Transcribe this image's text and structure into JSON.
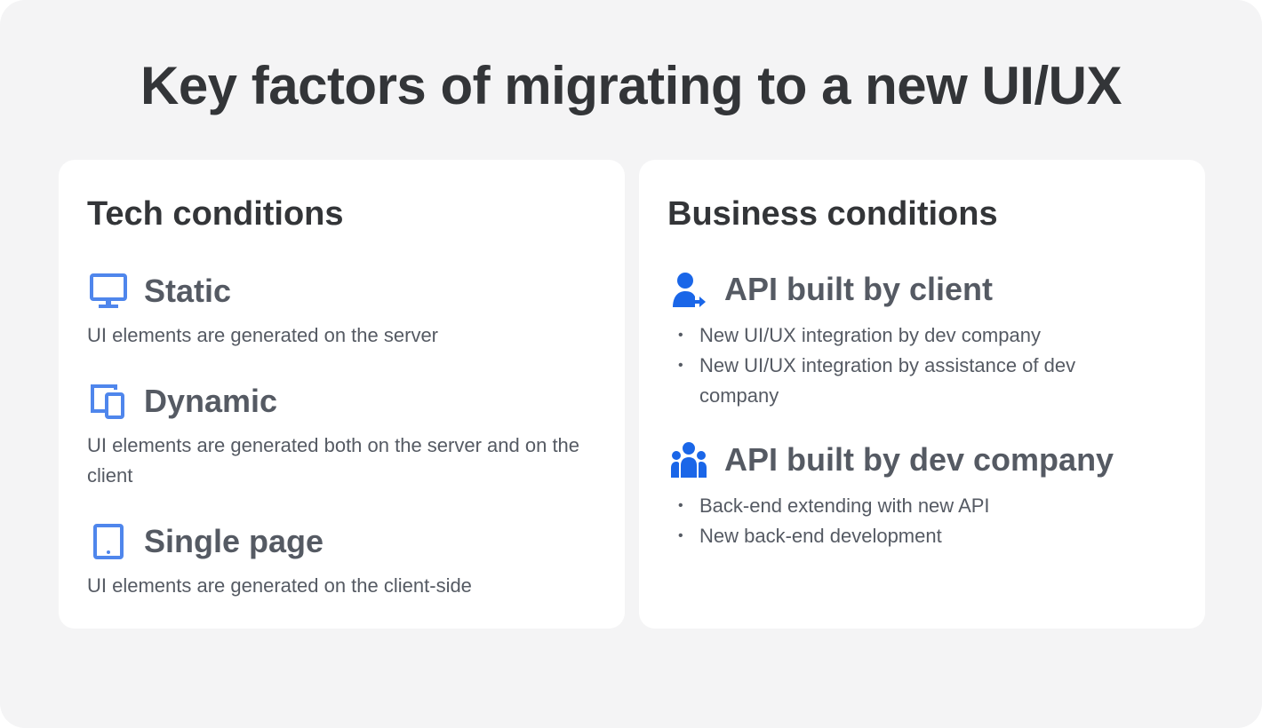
{
  "title": "Key factors of migrating to a new UI/UX",
  "colors": {
    "background": "#f4f4f5",
    "card": "#ffffff",
    "heading": "#333538",
    "text": "#555a63",
    "icon_light": "#4f86ec",
    "icon_solid": "#1a66e8"
  },
  "tech": {
    "title": "Tech conditions",
    "items": [
      {
        "icon": "monitor-icon",
        "label": "Static",
        "desc": "UI elements are generated on the server"
      },
      {
        "icon": "devices-icon",
        "label": "Dynamic",
        "desc": "UI elements are generated both on the server and on the client"
      },
      {
        "icon": "tablet-icon",
        "label": "Single page",
        "desc": "UI elements are generated on the client-side"
      }
    ]
  },
  "business": {
    "title": "Business conditions",
    "items": [
      {
        "icon": "user-arrow-icon",
        "label": "API built by client",
        "bullets": [
          "New UI/UX integration by dev company",
          "New UI/UX integration by assistance of dev company"
        ]
      },
      {
        "icon": "team-icon",
        "label": "API built by dev company",
        "bullets": [
          "Back-end extending with new API",
          "New back-end development"
        ]
      }
    ]
  }
}
